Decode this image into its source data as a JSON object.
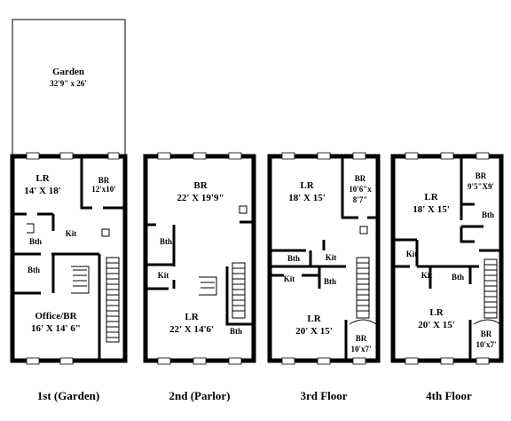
{
  "floors": [
    {
      "caption": "1st (Garden)",
      "rooms": {
        "garden_name": "Garden",
        "garden_dim": "32'9\" x 26'",
        "lr_name": "LR",
        "lr_dim": "14' X 18'",
        "br_name": "BR",
        "br_dim": "12'x10'",
        "bth1": "Bth",
        "kit": "Kit",
        "bth2": "Bth",
        "office_name": "Office/BR",
        "office_dim": "16' X 14' 6\""
      }
    },
    {
      "caption": "2nd (Parlor)",
      "rooms": {
        "br_name": "BR",
        "br_dim": "22' X 19'9\"",
        "bth1": "Bth",
        "kit": "Kit",
        "lr_name": "LR",
        "lr_dim": "22' X 14'6'",
        "bth2": "Bth"
      }
    },
    {
      "caption": "3rd Floor",
      "rooms": {
        "lr1_name": "LR",
        "lr1_dim": "18' X 15'",
        "br1_name": "BR",
        "br1_dim1": "10'6\"x",
        "br1_dim2": "8'7\"",
        "bth1": "Bth",
        "kit1": "Kit",
        "kit2": "Kit",
        "bth2": "Bth",
        "lr2_name": "LR",
        "lr2_dim": "20' X 15'",
        "br2_name": "BR",
        "br2_dim": "10'x7'"
      }
    },
    {
      "caption": "4th Floor",
      "rooms": {
        "br1_name": "BR",
        "br1_dim": "9'5\"X9'",
        "lr1_name": "LR",
        "lr1_dim": "18' X 15'",
        "bth1": "Bth",
        "kit1": "Kit",
        "kit2": "Kit",
        "bth2": "Bth",
        "lr2_name": "LR",
        "lr2_dim": "20' X 15'",
        "br2_name": "BR",
        "br2_dim": "10'x7'"
      }
    }
  ]
}
